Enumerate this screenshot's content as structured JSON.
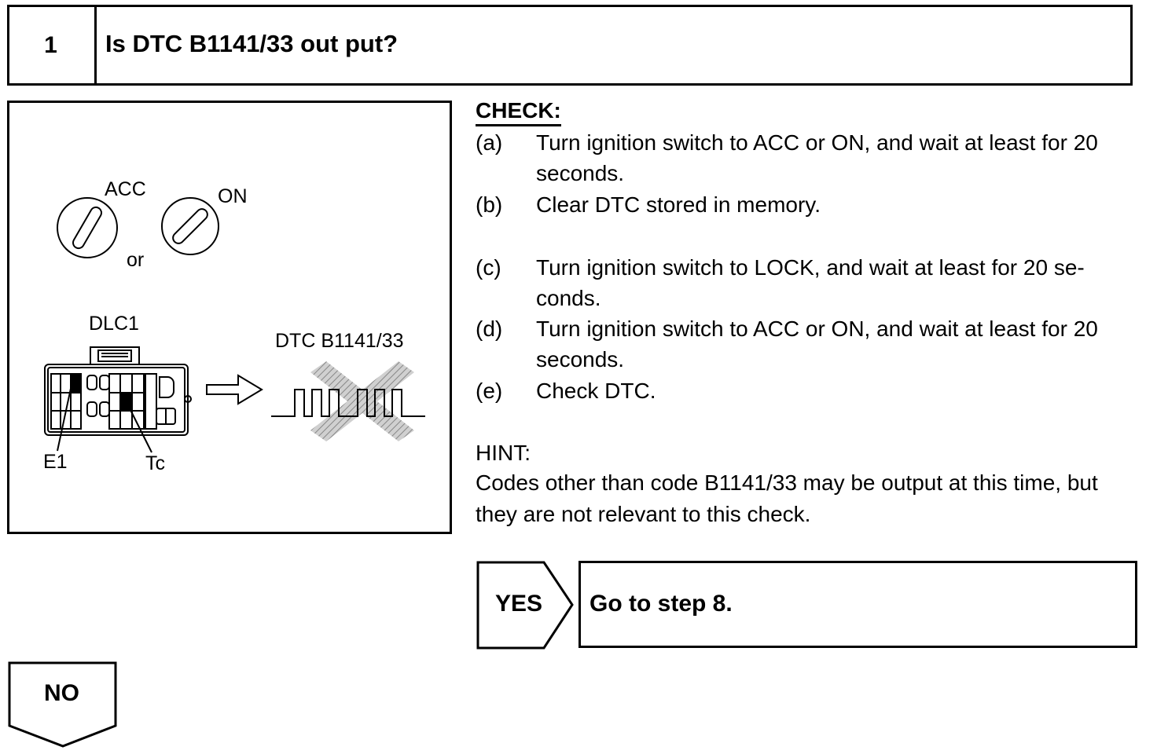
{
  "step": {
    "number": "1",
    "title": "Is DTC B1141/33 out put?"
  },
  "figure": {
    "acc_label": "ACC",
    "on_label": "ON",
    "or_label": "or",
    "dlc_label": "DLC1",
    "dtc_label": "DTC B1141/33",
    "e1_label": "E1",
    "tc_label": "Tc"
  },
  "check": {
    "heading": "CHECK:",
    "items": [
      {
        "label": "(a)",
        "lines": [
          "Turn ignition switch to ACC or ON, and wait at least for 20",
          "seconds."
        ]
      },
      {
        "label": "(b)",
        "lines": [
          "Clear DTC stored in memory."
        ]
      },
      {
        "label": "(c)",
        "lines": [
          "Turn ignition switch to LOCK, and wait at least for 20 se-",
          "conds."
        ]
      },
      {
        "label": "(d)",
        "lines": [
          "Turn ignition switch to ACC or ON, and wait at least for 20",
          "seconds."
        ]
      },
      {
        "label": "(e)",
        "lines": [
          "Check DTC."
        ]
      }
    ]
  },
  "hint": {
    "heading": "HINT:",
    "lines": [
      "Codes other than code B1141/33 may be output at this time, but",
      "they are not relevant to this check."
    ]
  },
  "yes": {
    "label": "YES",
    "action": "Go to step 8."
  },
  "no": {
    "label": "NO"
  }
}
